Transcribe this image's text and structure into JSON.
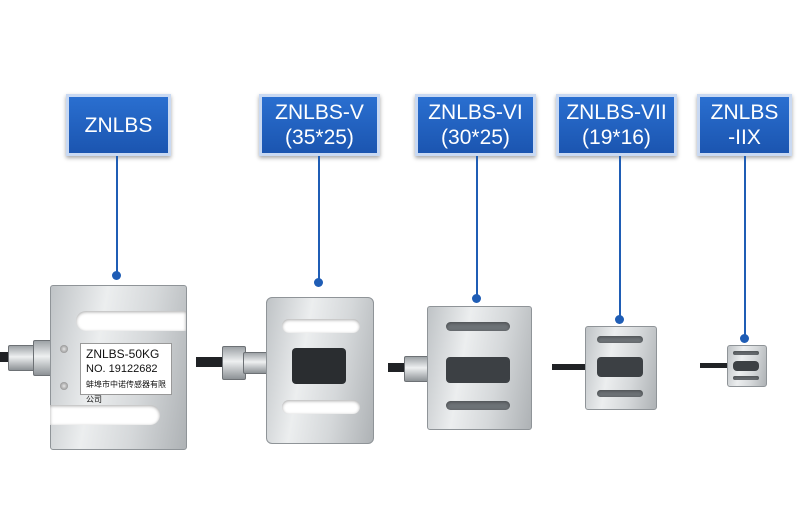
{
  "labels": [
    {
      "line1": "ZNLBS",
      "line2": ""
    },
    {
      "line1": "ZNLBS-V",
      "line2": "(35*25)"
    },
    {
      "line1": "ZNLBS-VI",
      "line2": "(30*25)"
    },
    {
      "line1": "ZNLBS-VII",
      "line2": "(19*16)"
    },
    {
      "line1": "ZNLBS",
      "line2": "-IIX"
    }
  ],
  "plate": {
    "model": "ZNLBS-50KG",
    "serial": "NO. 19122682",
    "maker": "蚌埠市中诺传感器有限公司"
  },
  "colors": {
    "label_bg": "#1f5db5",
    "label_border": "#c9d9f2",
    "connector": "#1f5db5"
  }
}
